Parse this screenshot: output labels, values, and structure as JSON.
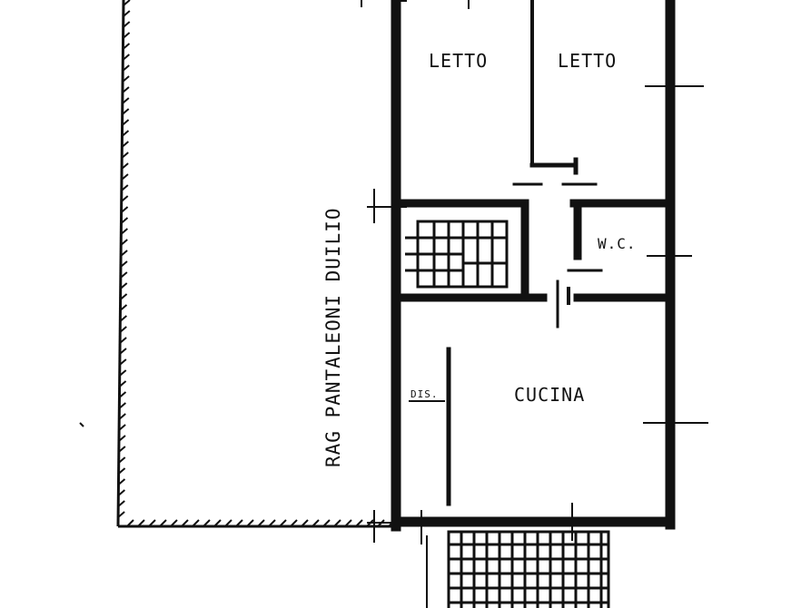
{
  "plan": {
    "rooms": [
      {
        "id": "bedroom-left",
        "label": "LETTO"
      },
      {
        "id": "bedroom-right",
        "label": "LETTO"
      },
      {
        "id": "wc",
        "label": "W.C."
      },
      {
        "id": "kitchen",
        "label": "CUCINA"
      },
      {
        "id": "storage",
        "label": "DIS."
      }
    ],
    "street_label": "RAG PANTALEONI DUILIO",
    "colors": {
      "ink": "#111111",
      "background": "#ffffff"
    }
  }
}
